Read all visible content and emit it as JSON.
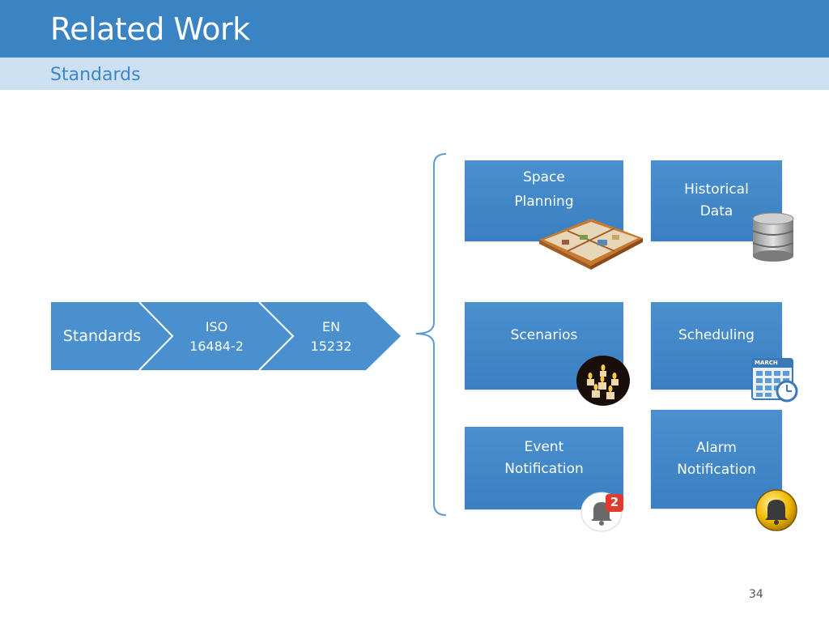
{
  "slide": {
    "title": "Related Work",
    "subtitle": "Standards",
    "page_number": "34"
  },
  "chevrons": [
    {
      "label": "Standards"
    },
    {
      "label_line1": "ISO",
      "label_line2": "16484-2"
    },
    {
      "label_line1": "EN",
      "label_line2": "15232"
    }
  ],
  "boxes": {
    "space_planning": {
      "line1": "Space",
      "line2": "Planning",
      "icon": "floor-plan-icon"
    },
    "historical_data": {
      "line1": "Historical",
      "line2": "Data",
      "icon": "database-icon"
    },
    "scenarios": {
      "line1": "Scenarios",
      "icon": "candles-icon"
    },
    "scheduling": {
      "line1": "Scheduling",
      "icon": "calendar-icon",
      "icon_text": "MARCH"
    },
    "event_notification": {
      "line1": "Event",
      "line2": "Notification",
      "icon": "notification-bell-icon",
      "badge": "2"
    },
    "alarm_notification": {
      "line1": "Alarm",
      "line2": "Notification",
      "icon": "alarm-bell-icon"
    }
  },
  "colors": {
    "title_bar": "#3a84c3",
    "subtitle_bar": "#cde0f2",
    "box": "#4a90cf"
  }
}
